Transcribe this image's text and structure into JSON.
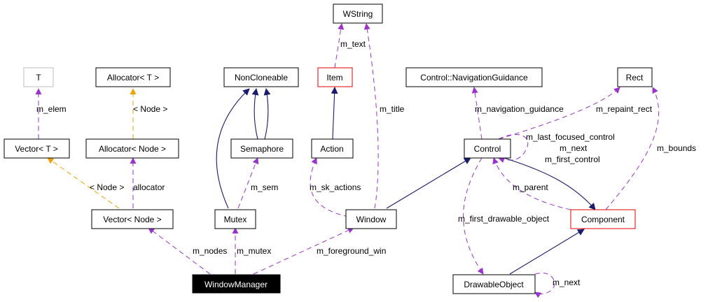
{
  "nodes": {
    "wstring": "WString",
    "t": "T",
    "allocator_t": "Allocator< T >",
    "noncloneable": "NonCloneable",
    "item": "Item",
    "navigation_guidance": "Control::NavigationGuidance",
    "rect": "Rect",
    "vector_t": "Vector< T >",
    "allocator_node": "Allocator< Node >",
    "semaphore": "Semaphore",
    "action": "Action",
    "control": "Control",
    "vector_node": "Vector< Node >",
    "mutex": "Mutex",
    "window": "Window",
    "component": "Component",
    "window_manager": "WindowManager",
    "drawable_object": "DrawableObject"
  },
  "labels": {
    "m_text": "m_text",
    "m_elem": "m_elem",
    "node_template": "< Node >",
    "m_title": "m_title",
    "m_navigation_guidance": "m_navigation_guidance",
    "m_repaint_rect": "m_repaint_rect",
    "m_last_focused_control": "m_last_focused_control",
    "m_next_control": "m_next",
    "m_first_control": "m_first_control",
    "m_bounds": "m_bounds",
    "node_template_2": "< Node >",
    "allocator": "allocator",
    "m_sem": "m_sem",
    "m_sk_actions": "m_sk_actions",
    "m_parent": "m_parent",
    "m_first_drawable_object": "m_first_drawable_object",
    "m_nodes": "m_nodes",
    "m_mutex": "m_mutex",
    "m_foreground_win": "m_foreground_win",
    "m_next_drawable": "m_next"
  },
  "colors": {
    "inheritance": "#1a1a6e",
    "usage": "#9a32cd",
    "template": "#f0a000",
    "highlight_border": "#e00000",
    "focus_node": "#000000"
  }
}
